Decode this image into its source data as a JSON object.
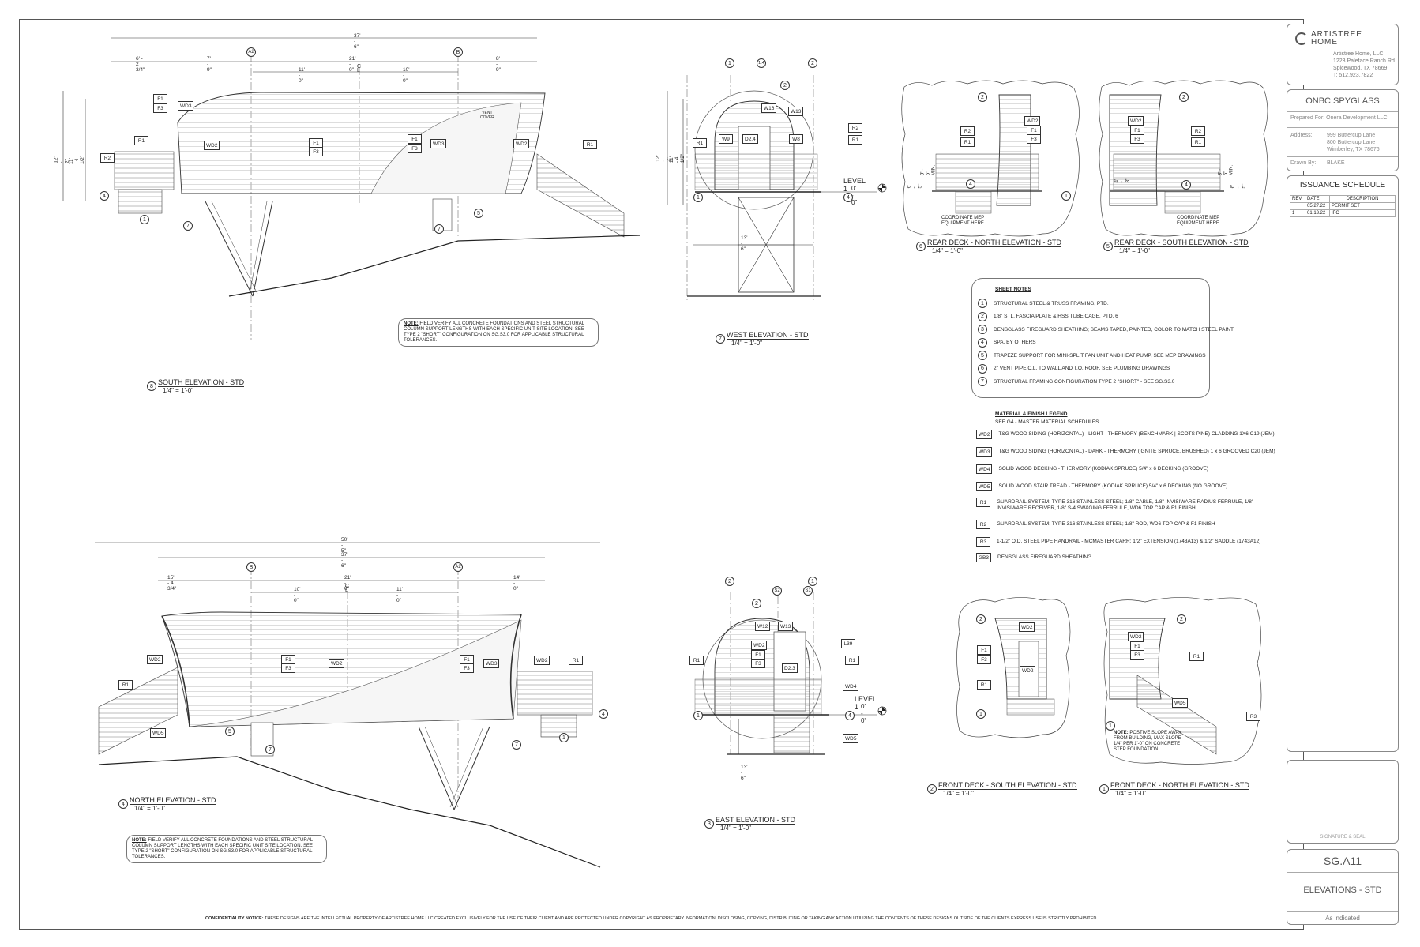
{
  "titleblock": {
    "company_name": "ARTISTREE\nHOME",
    "company_line1": "Artistree Home, LLC",
    "company_line2": "1223 Paleface Ranch Rd.",
    "company_line3": "Spicewood, TX 78669",
    "company_line4": "T: 512.923.7822",
    "project": "ONBC SPYGLASS",
    "prepared_for": "Prepared For: Onera Development LLC",
    "address_label": "Address:",
    "address_line1": "999 Buttercup Lane",
    "address_line2": "800 Buttercup Lane",
    "address_line3": "Wimberley, TX 78676",
    "drawn_by_label": "Drawn By:",
    "drawn_by": "BLAKE",
    "issuance_title": "ISSUANCE SCHEDULE",
    "issuance_headers": [
      "REV",
      "DATE",
      "DESCRIPTION"
    ],
    "issuance_rows": [
      [
        "",
        "05.27.22",
        "PERMIT SET"
      ],
      [
        "1",
        "01.13.22",
        "IFC"
      ]
    ],
    "signature_label": "SIGNATURE & SEAL",
    "sheet_number": "SG.A11",
    "sheet_title": "ELEVATIONS - STD",
    "scale": "As indicated"
  },
  "views": {
    "south": {
      "number": "8",
      "title": "SOUTH ELEVATION - STD",
      "scale": "1/4\" = 1'-0\""
    },
    "west": {
      "number": "7",
      "title": "WEST ELEVATION - STD",
      "scale": "1/4\" = 1'-0\""
    },
    "rear_north": {
      "number": "6",
      "title": "REAR DECK - NORTH ELEVATION - STD",
      "scale": "1/4\" = 1'-0\""
    },
    "rear_south": {
      "number": "5",
      "title": "REAR DECK - SOUTH ELEVATION - STD",
      "scale": "1/4\" = 1'-0\""
    },
    "north": {
      "number": "4",
      "title": "NORTH ELEVATION - STD",
      "scale": "1/4\" = 1'-0\""
    },
    "east": {
      "number": "3",
      "title": "EAST ELEVATION - STD",
      "scale": "1/4\" = 1'-0\""
    },
    "front_south": {
      "number": "2",
      "title": "FRONT DECK - SOUTH ELEVATION - STD",
      "scale": "1/4\" = 1'-0\""
    },
    "front_north": {
      "number": "1",
      "title": "FRONT DECK - NORTH ELEVATION - STD",
      "scale": "1/4\" = 1'-0\""
    }
  },
  "dims": {
    "south_overall": "37' - 6\"",
    "south_a": "6' - 2 3/4\"",
    "south_b": "7' - 9\"",
    "south_c": "21' - 0\"",
    "south_d": "8' - 9\"",
    "south_e": "11' - 0\"",
    "south_f": "10' - 0\"",
    "south_h1": "12' - 2\"",
    "south_h2": "11' - 4 1/2\"",
    "north_overall": "50' - 5\"",
    "north_sub": "37' - 6\"",
    "north_a": "15' - 4 3/4\"",
    "north_b": "21' - 0\"",
    "north_c": "14' - 0\"",
    "north_d": "10' - 0\"",
    "north_e": "11' - 0\"",
    "west_w": "13' - 6\"",
    "west_h1": "12' - 2\"",
    "west_h2": "11' - 4 1/2\"",
    "east_w": "13' - 6\"",
    "deck_h1": "6' - 5\"",
    "deck_h2": "3' - 6\" MIN.",
    "deck_h3": "4' - 3\"",
    "level_label": "LEVEL 1",
    "level_value": "0' - 0\""
  },
  "grid": {
    "a2": "A2",
    "b": "B",
    "n1": "1",
    "n14": "1.4",
    "n2": "2",
    "s1": "S1",
    "s2": "S2",
    "cl": "C\nL"
  },
  "tags": {
    "f1": "F1",
    "f3": "F3",
    "wd2": "WD2",
    "wd3": "WD3",
    "wd4": "WD4",
    "wd5": "WD5",
    "r1": "R1",
    "r2": "R2",
    "r3": "R3",
    "w8": "W8",
    "w9": "W9",
    "w12": "W12",
    "w13": "W13",
    "w16": "W16",
    "d24": "D2.4",
    "d23": "D2.3",
    "l39": "L39",
    "vent": "VENT\nCOVER"
  },
  "callouts": {
    "c1": "1",
    "c2": "2",
    "c4": "4",
    "c5": "5",
    "c7": "7"
  },
  "coordinate_note": "COORDINATE MEP\nEQUIPMENT HERE",
  "field_note_label": "NOTE:",
  "field_note_text": "FIELD VERIFY ALL CONCRETE FOUNDATIONS AND STEEL STRUCTURAL COLUMN SUPPORT LENGTHS WITH EACH SPECIFIC UNIT SITE LOCATION. SEE TYPE 2 \"SHORT\" CONFIGURATION ON SG.S3.0 FOR APPLICABLE STRUCTURAL TOLERANCES.",
  "slope_note_label": "NOTE:",
  "slope_note_text": "POSTIVE SLOPE AWAY FROM BUILDING, MAX SLOPE 1/4\" PER 1'-0\" ON CONCRETE STEP FOUNDATION",
  "sheet_notes": {
    "title": "SHEET NOTES",
    "items": [
      {
        "n": "1",
        "t": "STRUCTURAL STEEL & TRUSS FRAMING, PTD."
      },
      {
        "n": "2",
        "t": "1/8\" STL. FASCIA PLATE & HSS TUBE CAGE, PTD. 6"
      },
      {
        "n": "3",
        "t": "DENSGLASS FIREGUARD SHEATHING; SEAMS TAPED, PAINTED, COLOR TO MATCH STEEL PAINT"
      },
      {
        "n": "4",
        "t": "SPA, BY OTHERS"
      },
      {
        "n": "5",
        "t": "TRAPEZE SUPPORT FOR MINI-SPLIT FAN UNIT AND HEAT PUMP, SEE MEP DRAWINGS"
      },
      {
        "n": "6",
        "t": "2\" VENT PIPE C.L. TO WALL AND T.O. ROOF, SEE PLUMBING DRAWINGS"
      },
      {
        "n": "7",
        "t": "STRUCTURAL FRAMING CONFIGURATION TYPE 2 \"SHORT\" - SEE SG.S3.0"
      }
    ]
  },
  "material_legend": {
    "title": "MATERIAL & FINISH LEGEND",
    "subtitle": "SEE G4 - MASTER MATERIAL SCHEDULES",
    "items": [
      {
        "tag": "WD2",
        "t": "T&G WOOD SIDING (HORIZONTAL) - LIGHT - THERMORY (BENCHMARK | SCOTS PINE) CLADDING 1X6 C19 (JEM)"
      },
      {
        "tag": "WD3",
        "t": "T&G WOOD SIDING (HORIZONTAL) - DARK - THERMORY (IGNITE SPRUCE, BRUSHED) 1 x 6 GROOVED C20 (JEM)"
      },
      {
        "tag": "WD4",
        "t": "SOLID WOOD DECKING - THERMORY (KODIAK SPRUCE) 5/4\" x 6 DECKING (GROOVE)"
      },
      {
        "tag": "WD5",
        "t": "SOLID WOOD STAIR TREAD - THERMORY (KODIAK SPRUCE) 5/4\" x 6 DECKING (NO GROOVE)"
      },
      {
        "tag": "R1",
        "t": "GUARDRAIL SYSTEM: TYPE 316 STAINLESS STEEL; 1/8\" CABLE, 1/8\" INVISIWARE RADIUS FERRULE, 1/8\"\nINVISIWARE RECEIVER, 1/8\" S-4 SWAGING FERRULE, WD6 TOP CAP & F1 FINISH"
      },
      {
        "tag": "R2",
        "t": "GUARDRAIL SYSTEM: TYPE 316 STAINLESS STEEL; 1/8\" ROD, WD6 TOP CAP & F1 FINISH"
      },
      {
        "tag": "R3",
        "t": "1-1/2\" O.D. STEEL PIPE HANDRAIL - MCMASTER CARR: 1/2\" EXTENSION (1743A13) & 1/2\" SADDLE (1743A12)"
      },
      {
        "tag": "GB3",
        "t": "DENSGLASS FIREGUARD SHEATHING"
      }
    ]
  },
  "confidentiality_label": "CONFIDENTIALITY NOTICE:",
  "confidentiality_text": "THESE DESIGNS ARE THE INTELLECTUAL PROPERTY OF ARTISTREE HOME LLC CREATED EXCLUSIVELY FOR THE USE OF THEIR CLIENT AND ARE PROTECTED UNDER COPYRIGHT AS PROPRIETARY INFORMATION. DISCLOSING, COPYING, DISTRIBUTING OR TAKING ANY ACTION UTILIZING THE CONTENTS OF THESE DESIGNS OUTSIDE OF THE CLIENTS EXPRESS USE IS STRICTLY PROHIBITED.",
  "colors": {
    "line": "#333333",
    "light": "#9a9a9a",
    "border": "#8a8a8a"
  }
}
